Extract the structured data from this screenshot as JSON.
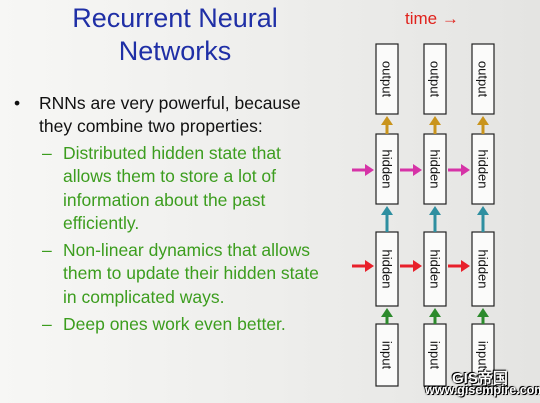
{
  "slide": {
    "title_line1": "Recurrent Neural",
    "title_line2": "Networks",
    "bullet_marker": "•",
    "bullet_text": "RNNs are very powerful, because they combine two properties:",
    "sub_marker": "–",
    "sub_items": [
      "Distributed hidden state that allows them to store a lot of information about the past efficiently.",
      "Non-linear dynamics that allows them to update their hidden state in complicated ways.",
      "Deep ones work even better."
    ]
  },
  "diagram": {
    "time_label": "time →",
    "output_label": "output",
    "hidden_label": "hidden",
    "input_label": "input",
    "colors": {
      "red": "#e8202a",
      "magenta": "#d633a7",
      "teal": "#2e8fa0",
      "gold": "#c9941c",
      "green": "#2c8a2c",
      "title_blue": "#1f2fa6",
      "bullet_green": "#3c9d1e"
    }
  },
  "watermark": {
    "line1": "GIS帝国",
    "line2": "www.gisempire.com"
  }
}
